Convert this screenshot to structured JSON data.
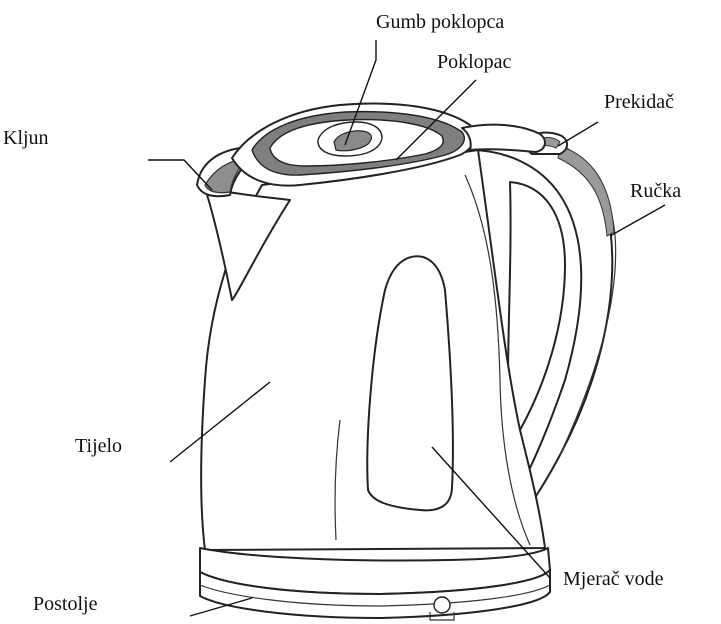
{
  "labels": {
    "lid_button": "Gumb poklopca",
    "lid": "Poklopac",
    "switch": "Prekidač",
    "spout": "Kljun",
    "handle": "Ručka",
    "body": "Tijelo",
    "water_gauge": "Mjerač vode",
    "base": "Postolje"
  }
}
